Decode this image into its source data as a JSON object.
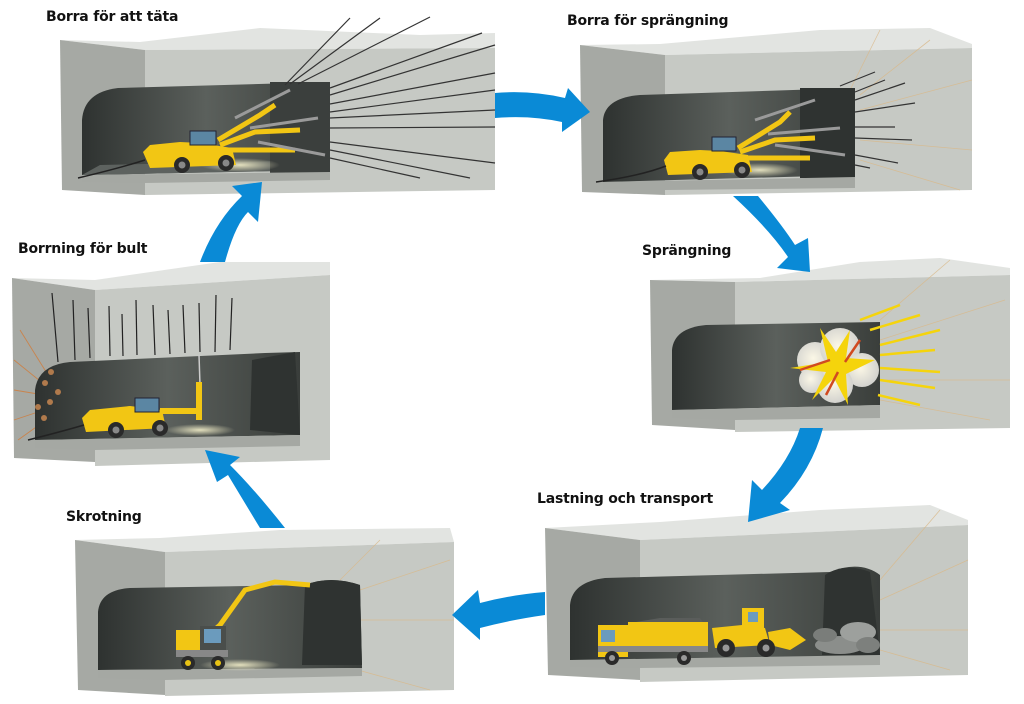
{
  "title": "Tunneldrivningscykel",
  "colors": {
    "arrow": "#0a8ad6",
    "rock_top": "#dcdedb",
    "rock_front": "#a9aca7",
    "rock_side": "#c4c7c2",
    "tunnel_dark": "#3a3e3b",
    "machine_yellow": "#f2c614",
    "crack_lines": "#d9b98a"
  },
  "steps": [
    {
      "id": "borra-tata",
      "label": "Borra för att täta",
      "scene": "drill-rig"
    },
    {
      "id": "borra-sprangning",
      "label": "Borra för sprängning",
      "scene": "drill-rig"
    },
    {
      "id": "sprangning",
      "label": "Sprängning",
      "scene": "explosion"
    },
    {
      "id": "lastning-transport",
      "label": "Lastning och transport",
      "scene": "truck-and-loader"
    },
    {
      "id": "skrotning",
      "label": "Skrotning",
      "scene": "scaling-excavator"
    },
    {
      "id": "borrning-bult",
      "label": "Borrning för bult",
      "scene": "bolting-rig"
    }
  ],
  "cycle_order": [
    "borra-tata",
    "borra-sprangning",
    "sprangning",
    "lastning-transport",
    "skrotning",
    "borrning-bult",
    "borra-tata"
  ]
}
